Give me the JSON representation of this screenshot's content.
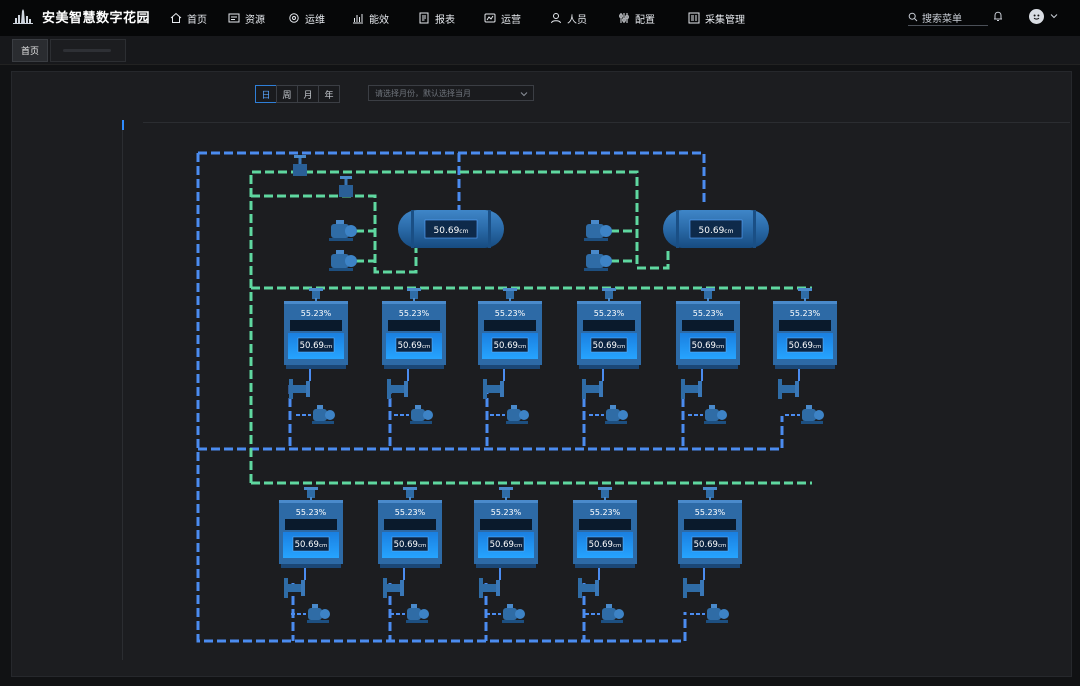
{
  "app": {
    "title": "安美智慧数字花园"
  },
  "nav": {
    "items": [
      {
        "label": "首页",
        "icon": "home-icon"
      },
      {
        "label": "资源",
        "icon": "resource-icon"
      },
      {
        "label": "运维",
        "icon": "maintenance-icon"
      },
      {
        "label": "能效",
        "icon": "energy-chart-icon"
      },
      {
        "label": "报表",
        "icon": "report-icon"
      },
      {
        "label": "运营",
        "icon": "operation-icon"
      },
      {
        "label": "人员",
        "icon": "person-icon"
      },
      {
        "label": "配置",
        "icon": "config-icon"
      },
      {
        "label": "采集管理",
        "icon": "collect-icon"
      }
    ]
  },
  "search": {
    "label": "搜索菜单"
  },
  "tabs": {
    "home_label": "首页"
  },
  "filters": {
    "periods": [
      "日",
      "周",
      "月",
      "年"
    ],
    "active_period": "日",
    "month_placeholder": "请选择月份，默认选择当月"
  },
  "diagram": {
    "tanks": [
      {
        "level": "50.69",
        "unit": "cm"
      },
      {
        "level": "50.69",
        "unit": "cm"
      }
    ],
    "units_row1": [
      {
        "percent": "55.23%",
        "level": "50.69",
        "unit": "cm"
      },
      {
        "percent": "55.23%",
        "level": "50.69",
        "unit": "cm"
      },
      {
        "percent": "55.23%",
        "level": "50.69",
        "unit": "cm"
      },
      {
        "percent": "55.23%",
        "level": "50.69",
        "unit": "cm"
      },
      {
        "percent": "55.23%",
        "level": "50.69",
        "unit": "cm"
      },
      {
        "percent": "55.23%",
        "level": "50.69",
        "unit": "cm"
      }
    ],
    "units_row2": [
      {
        "percent": "55.23%",
        "level": "50.69",
        "unit": "cm"
      },
      {
        "percent": "55.23%",
        "level": "50.69",
        "unit": "cm"
      },
      {
        "percent": "55.23%",
        "level": "50.69",
        "unit": "cm"
      },
      {
        "percent": "55.23%",
        "level": "50.69",
        "unit": "cm"
      },
      {
        "percent": "55.23%",
        "level": "50.69",
        "unit": "cm"
      }
    ]
  },
  "colors": {
    "pipe_blue": "#4b8cf0",
    "pipe_green": "#5fd8a0",
    "accent": "#2f8cff",
    "equipment": "#2f6ca6",
    "screen": "#1f8ef0"
  }
}
